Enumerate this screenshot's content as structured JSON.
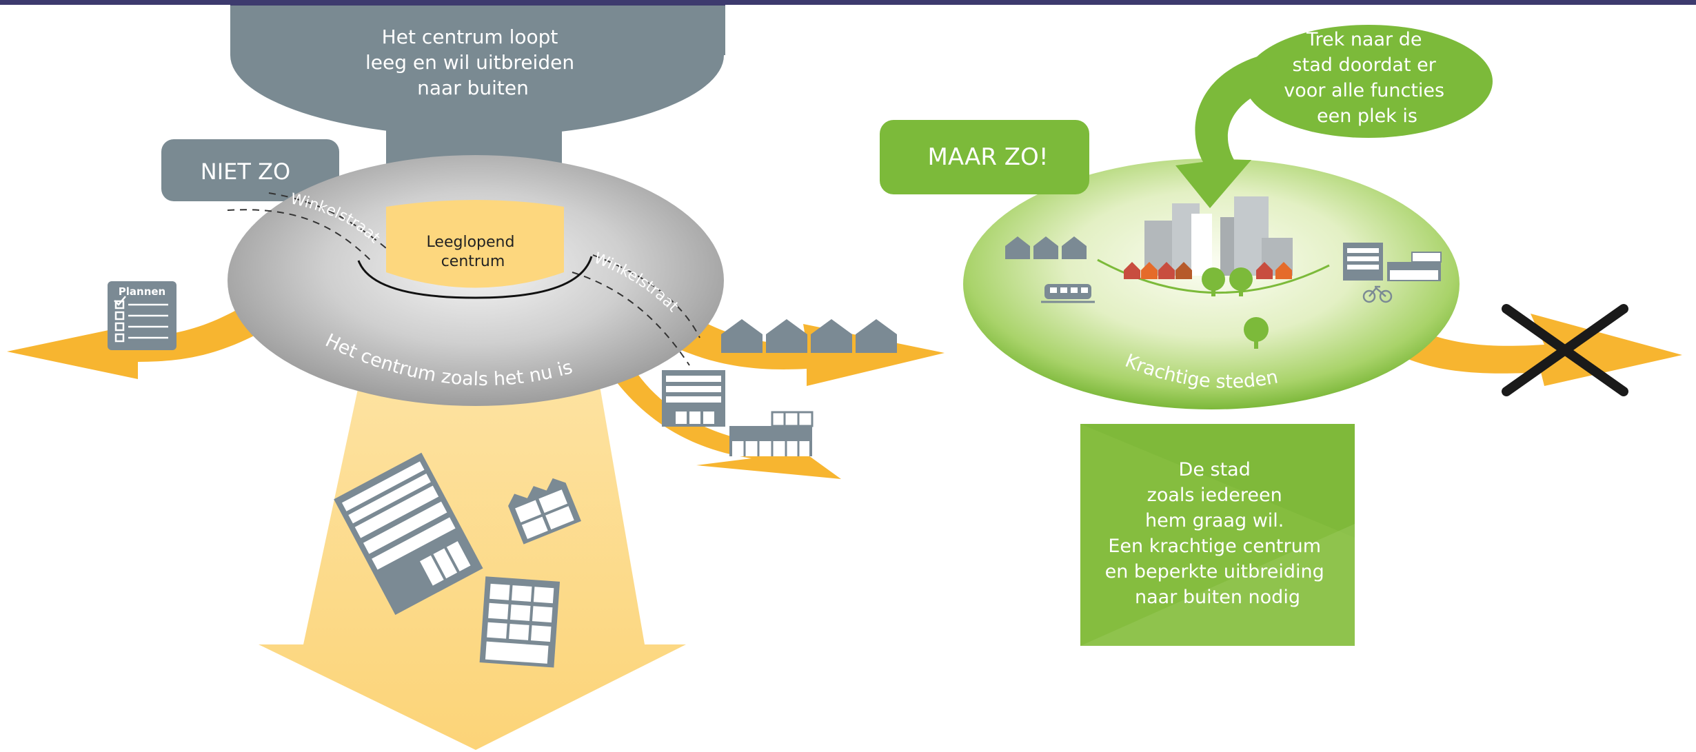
{
  "colors": {
    "top_bar": "#3d3a6e",
    "slate": "#7a8a92",
    "icon_gray": "#7b8a94",
    "orange": "#f7b530",
    "pale_yellow": "#fcd97f",
    "leeg_yellow": "#fdd77e",
    "green": "#7cba3a",
    "green_box": "#85bd3f",
    "light_green": "#d7eab0",
    "white": "#ffffff",
    "black": "#1a1a1a"
  },
  "left_panel": {
    "top_bubble": [
      "Het centrum loopt",
      "leeg en wil uitbreiden",
      "naar buiten"
    ],
    "tag": "NIET ZO",
    "street_left": "Winkelstraat",
    "street_right": "Winkelstraat",
    "center_box": [
      "Leeglopend",
      "centrum"
    ],
    "disc_caption": "Het centrum zoals het nu is",
    "plans_icon_title": "Plannen"
  },
  "right_panel": {
    "tag": "MAAR ZO!",
    "speech": [
      "Trek naar de",
      "stad doordat er",
      "voor alle functies",
      "een plek is"
    ],
    "disc_caption": "Krachtige steden",
    "box_text": [
      "De stad",
      "zoals iedereen",
      "hem graag wil.",
      "Een krachtige centrum",
      "en beperkte uitbreiding",
      "naar buiten nodig"
    ]
  },
  "icons": [
    "checklist-icon",
    "row-houses-icon",
    "office-building-icon",
    "shop-icon",
    "tilted-office-icon",
    "house-cluster-icon",
    "apartment-building-icon",
    "train-icon",
    "bicycle-icon",
    "tree-icon",
    "cross-icon"
  ]
}
